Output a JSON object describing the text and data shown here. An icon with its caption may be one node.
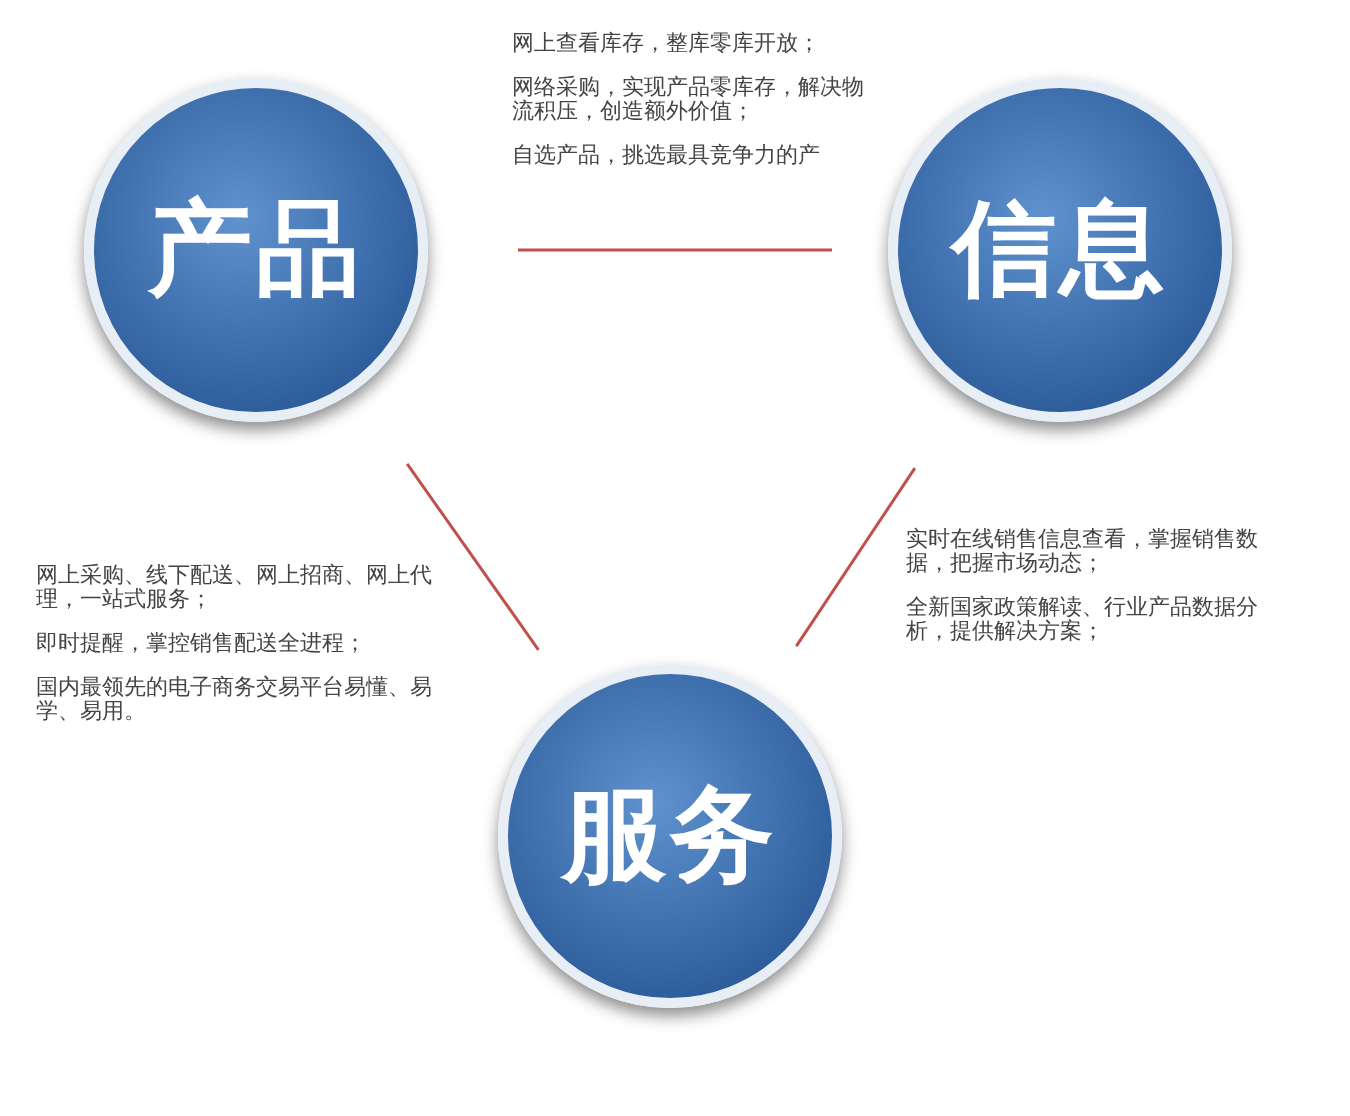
{
  "diagram": {
    "nodes": [
      {
        "text": [
          "产品"
        ]
      },
      {
        "text": [
          "信息"
        ]
      },
      {
        "text": [
          "服务"
        ]
      }
    ],
    "edges": [
      {
        "from": 0,
        "to": 1,
        "arrow": "none"
      },
      {
        "from": 0,
        "to": 2,
        "arrow": "none"
      },
      {
        "from": 1,
        "to": 2,
        "arrow": "none"
      }
    ],
    "labels": [
      "网上查看库存，整库零库开放；",
      "网络采购，实现产品零库存，解决物流积压，创造额外价值；",
      "自选产品，挑选最具竞争力的产",
      "网上采购、线下配送、网上招商、网上代理，一站式服务；",
      "即时提醒，掌控销售配送全进程；",
      "国内最领先的电子商务交易平台易懂、易学、易用。",
      "实时在线销售信息查看，掌握销售数据，把握市场动态；",
      "全新国家政策解读、行业产品数据分析，提供解决方案；"
    ]
  }
}
